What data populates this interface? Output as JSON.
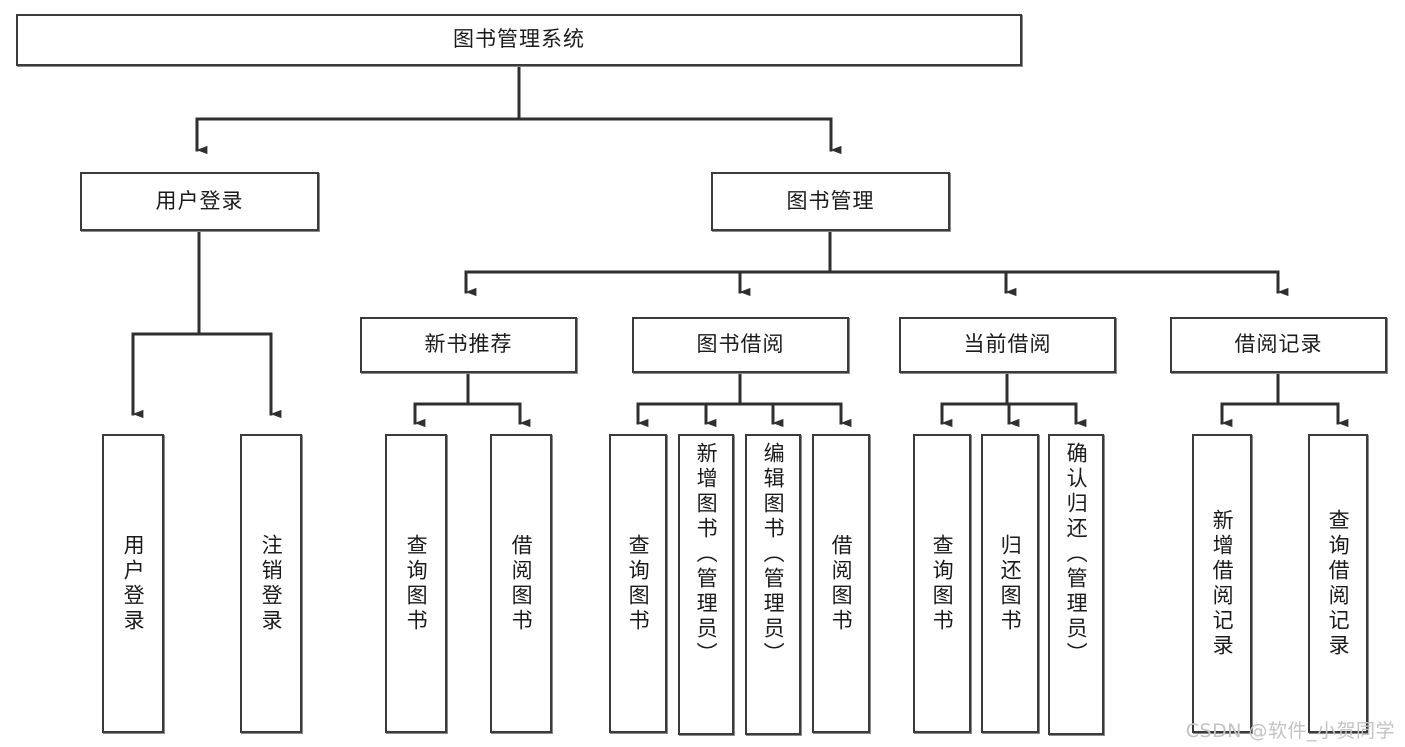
{
  "diagram": {
    "type": "tree-hierarchy-chart",
    "title": "图书管理系统",
    "watermark": "CSDN @软件_小贺同学",
    "colors": {
      "box_border": "#3b3b3b",
      "box_fill": "#ffffff",
      "connector": "#2f2f2f",
      "text": "#1b1b1b",
      "watermark": "#c3c3c3",
      "background": "#ffffff"
    },
    "root": {
      "id": "root",
      "label": "图书管理系统",
      "orientation": "horizontal"
    },
    "level2": [
      {
        "id": "user-login",
        "label": "用户登录",
        "orientation": "horizontal"
      },
      {
        "id": "book-manage",
        "label": "图书管理",
        "orientation": "horizontal"
      }
    ],
    "level3": [
      {
        "id": "new-book-recommend",
        "label": "新书推荐",
        "orientation": "horizontal",
        "parent": "book-manage"
      },
      {
        "id": "book-borrow",
        "label": "图书借阅",
        "orientation": "horizontal",
        "parent": "book-manage"
      },
      {
        "id": "current-borrow",
        "label": "当前借阅",
        "orientation": "horizontal",
        "parent": "book-manage"
      },
      {
        "id": "borrow-record",
        "label": "借阅记录",
        "orientation": "horizontal",
        "parent": "book-manage"
      }
    ],
    "leaves": [
      {
        "id": "leaf-user-login",
        "label": "用户登录",
        "parent": "user-login",
        "orientation": "vertical"
      },
      {
        "id": "leaf-user-logout",
        "label": "注销登录",
        "parent": "user-login",
        "orientation": "vertical"
      },
      {
        "id": "leaf-query-book-1",
        "label": "查询图书",
        "parent": "new-book-recommend",
        "orientation": "vertical"
      },
      {
        "id": "leaf-borrow-book-1",
        "label": "借阅图书",
        "parent": "new-book-recommend",
        "orientation": "vertical"
      },
      {
        "id": "leaf-query-book-2",
        "label": "查询图书",
        "parent": "book-borrow",
        "orientation": "vertical"
      },
      {
        "id": "leaf-add-book",
        "label": "新增图书（管理员）",
        "parent": "book-borrow",
        "orientation": "vertical"
      },
      {
        "id": "leaf-edit-book",
        "label": "编辑图书（管理员）",
        "parent": "book-borrow",
        "orientation": "vertical"
      },
      {
        "id": "leaf-borrow-book-2",
        "label": "借阅图书",
        "parent": "book-borrow",
        "orientation": "vertical"
      },
      {
        "id": "leaf-query-book-3",
        "label": "查询图书",
        "parent": "current-borrow",
        "orientation": "vertical"
      },
      {
        "id": "leaf-return-book",
        "label": "归还图书",
        "parent": "current-borrow",
        "orientation": "vertical"
      },
      {
        "id": "leaf-confirm-return",
        "label": "确认归还（管理员）",
        "parent": "current-borrow",
        "orientation": "vertical"
      },
      {
        "id": "leaf-add-record",
        "label": "新增借阅记录",
        "parent": "borrow-record",
        "orientation": "vertical"
      },
      {
        "id": "leaf-query-record",
        "label": "查询借阅记录",
        "parent": "borrow-record",
        "orientation": "vertical"
      }
    ]
  }
}
